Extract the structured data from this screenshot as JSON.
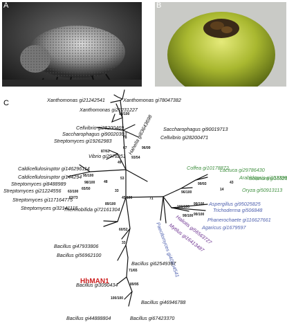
{
  "panels": {
    "a": "A",
    "b": "B",
    "c": "C"
  },
  "colors": {
    "plants": "#3f8f3f",
    "fungi": "#4d5fae",
    "animals": "#6b2f8f",
    "highlight": "#cc1f1f"
  },
  "taxa": {
    "xan1": "Xanthomonas gi21242541",
    "xan2": "Xanthomonas gi78047382",
    "xan3": "Xanthomonas gi21231227",
    "cel1": "Cellvibrio gi28200469",
    "sac1": "Saccharophagus gi90020303",
    "str1": "Streptomyces gi19262983",
    "hah": "Hahella gi83643698",
    "sac2": "Saccharophagus gi90019713",
    "cel2": "Cellvibrio gi28200471",
    "vib": "Vibrio gi2978251",
    "cal1": "Caldicellulosiruptor gi146296114",
    "cal2": "Caldicellulosiruptor gi144294",
    "str2": "Streptomyces gi8488989",
    "str3": "Streptomyces gi21224556",
    "str4": "Streptomyces gi117164775",
    "str5": "Streptomyces gi32141115",
    "the": "Thermobifida gi72161304",
    "coffea": "Coffea gi10178872",
    "lactuca": "Lactuca gi29786430",
    "arab": "Arabidopsis gi15239973",
    "solanum": "Solanum gi15529113",
    "oryza": "Oryza gi50913113",
    "asp": "Aspergillus gi95025825",
    "tri": "Trichoderma gi506848",
    "pha": "Phanerochaete gi116627661",
    "aga": "Agaricus gi1679597",
    "hal": "Haliotis gi56563727",
    "myt": "Mytilus gi16413487",
    "pae": "Paecilomyces gi40804541",
    "b1": "Bacillus gi47933806",
    "b2": "Bacillus gi56962100",
    "b3": "Bacillus gi62549367",
    "hh": "HhMAN1",
    "b4": "Bacillus gi3090434",
    "b5": "Bacillus gi46946788",
    "b6": "Bacillus gi44888804",
    "b7": "Bacillus gi67423370"
  },
  "support": {
    "s1": "98/100",
    "s2": "78",
    "s3": "87/63",
    "s4": "67",
    "s5": "96/99",
    "s6": "49",
    "s7": "93/54",
    "s8": "95/100",
    "s9": "98/100",
    "s10": "65/50",
    "s11": "63/100",
    "s12": "63/73",
    "s13": "48",
    "s14": "53",
    "s15": "33",
    "s16": "45/100",
    "s17": "71",
    "s18": "89/100",
    "s19": "96/100",
    "s20": "99/93",
    "s21": "43",
    "s22": "14",
    "s23": "100/100",
    "s24": "99/100",
    "s25": "99/100",
    "s26": "99/100",
    "s27": "60/52",
    "s28": "33",
    "s29": "71/65",
    "s30": "89/95",
    "s31": "100/100"
  }
}
